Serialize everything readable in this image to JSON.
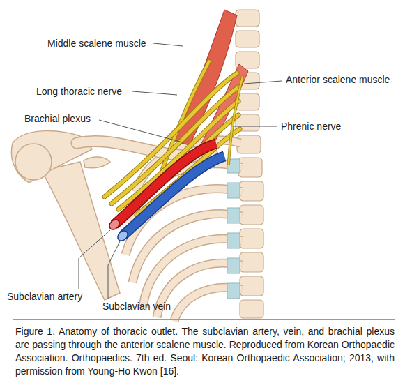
{
  "diagram": {
    "caption": "Figure 1. Anatomy of thoracic outlet. The subclavian artery, vein, and brachial plexus are passing through the anterior scalene muscle. Reproduced from Korean Orthopaedic Association. Orthopaedics. 7th ed. Seoul: Korean Orthopaedic Association; 2013, with permission from Young-Ho Kwon [16].",
    "labels": [
      "Middle scalene muscle",
      "Anterior scalene muscle",
      "Long thoracic nerve",
      "Brachial plexus",
      "Phrenic nerve",
      "Subclavian artery",
      "Subclavian vein"
    ]
  }
}
